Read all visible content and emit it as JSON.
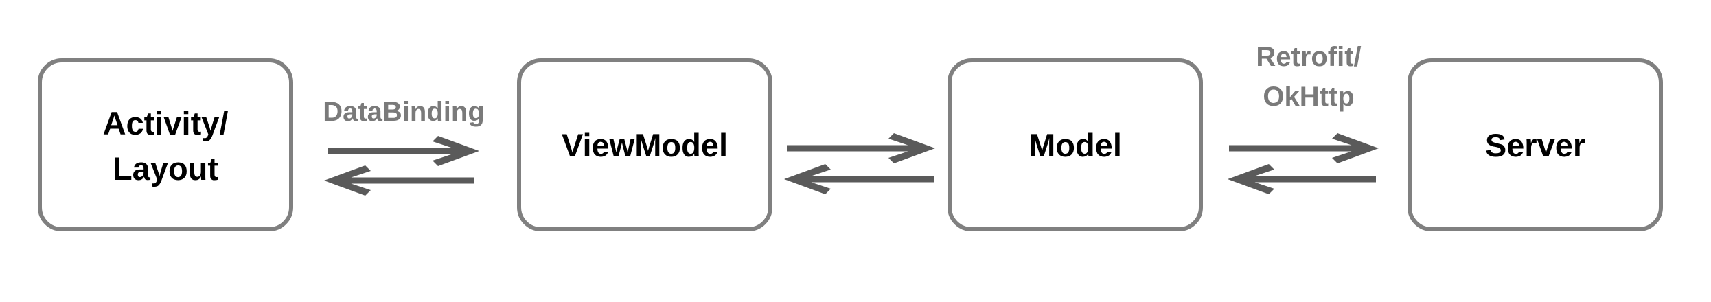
{
  "diagram": {
    "nodes": [
      {
        "id": "activity",
        "lines": [
          "Activity/",
          "Layout"
        ]
      },
      {
        "id": "viewmodel",
        "lines": [
          "ViewModel"
        ]
      },
      {
        "id": "model",
        "lines": [
          "Model"
        ]
      },
      {
        "id": "server",
        "lines": [
          "Server"
        ]
      }
    ],
    "edges": [
      {
        "from": "activity",
        "to": "viewmodel",
        "bidirectional": true,
        "label_lines": [
          "DataBinding"
        ]
      },
      {
        "from": "viewmodel",
        "to": "model",
        "bidirectional": true,
        "label_lines": []
      },
      {
        "from": "model",
        "to": "server",
        "bidirectional": true,
        "label_lines": [
          "Retrofit/",
          "OkHttp"
        ]
      }
    ]
  },
  "colors": {
    "box_stroke": "#808080",
    "arrow": "#5a5a5a",
    "edge_label": "#7a7a7a",
    "node_text": "#000000"
  }
}
